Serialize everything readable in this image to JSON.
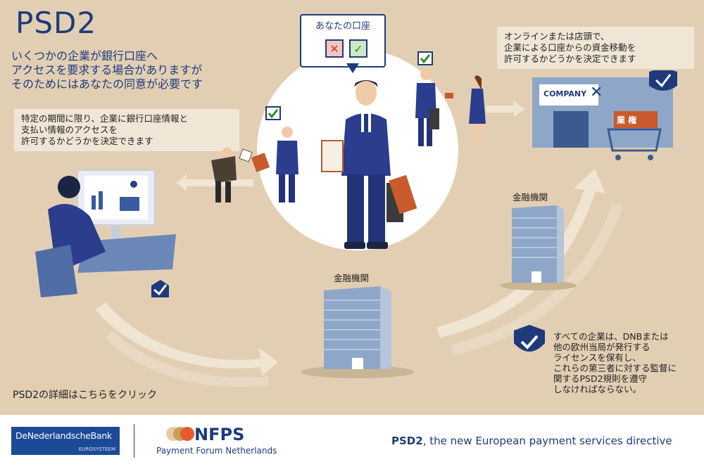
{
  "header": {
    "title": "PSD2",
    "intro_lines": [
      "いくつかの企業が銀行口座へ",
      "アクセスを要求する場合がありますが",
      "そのためにはあなたの同意が必要です"
    ]
  },
  "consent_bubble": {
    "title": "あなたの口座",
    "deny_icon": "x-icon",
    "approve_icon": "check-icon"
  },
  "notes": {
    "account_info": [
      "特定の期間に限り、企業に銀行口座情報と",
      "支払い情報のアクセスを",
      "許可するかどうかを決定できます"
    ],
    "payments": [
      "オンラインまたは店頭で、",
      "企業による口座からの資金移動を",
      "許可するかどうかを決定できます"
    ],
    "supervision": [
      "すべての企業は、DNBまたは",
      "他の欧州当局が発行する",
      "ライセンスを保有し、",
      "これらの第三者に対する監督に",
      "関するPSD2規則を遵守",
      "しなければならない。"
    ]
  },
  "labels": {
    "bank_center": "金融機関",
    "bank_right": "金融機関",
    "company_sign": "COMPANY",
    "shop_sign": "業 権"
  },
  "link": {
    "more_info": "PSD2の詳細はこちらをクリック"
  },
  "footer": {
    "dnb_name": "DeNederlandscheBank",
    "dnb_sub": "EUROSYSTEEM",
    "nfps_name": "NFPS",
    "nfps_sub": "Payment Forum Netherlands",
    "tagline_bold": "PSD2",
    "tagline_rest": ", the new European payment services directive"
  },
  "colors": {
    "background": "#e2cfb3",
    "navy": "#1e3a7b",
    "note_bg": "#f1e6d6",
    "dnb_blue": "#1c4a97"
  }
}
